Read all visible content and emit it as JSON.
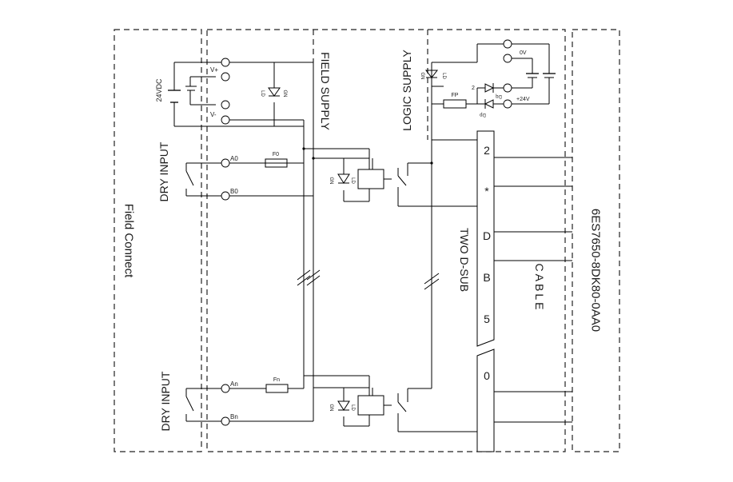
{
  "regions": {
    "field_connect": "Field Connect",
    "field_supply": "FIELD SUPPLY",
    "logic_supply": "LOGIC SUPPLY",
    "dsub": "TWO  D-SUB",
    "cable": "CABLE",
    "part_number": "6ES7650-8DK80-0AA0"
  },
  "field_supply": {
    "voltage": "24VDC",
    "v_plus": "V+",
    "v_minus": "V-",
    "led_label": "LD",
    "led_color": "GN"
  },
  "logic_supply": {
    "zero_v": "0V",
    "plus_24v": "+24V",
    "fuse": "FP",
    "node": "2",
    "diode_a": "Dq",
    "diode_b": "Dp",
    "led_label": "LD",
    "led_color": "GN"
  },
  "channels": [
    {
      "group": "DRY INPUT",
      "a": "A0",
      "b": "B0",
      "fuse": "F0",
      "led_label": "LD",
      "led_color": "GN"
    },
    {
      "group": "DRY  INPUT",
      "a": "An",
      "b": "Bn",
      "fuse": "Fn",
      "led_label": "LD",
      "led_color": "GN"
    }
  ],
  "connector": {
    "upper_pins": [
      "2",
      "*",
      "D",
      "B",
      "5"
    ],
    "lower_pins": [
      "0"
    ]
  }
}
